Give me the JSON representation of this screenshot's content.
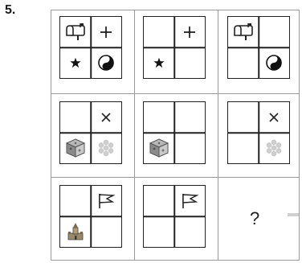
{
  "question_number": "5.",
  "answer_placeholder": "?",
  "symbols": {
    "mailbox": "mailbox-icon",
    "plus": "plus-icon",
    "star": "star-icon",
    "yin_yang": "yin-yang-icon",
    "cross": "cross-icon",
    "cube": "cube-icon",
    "snowflake": "snowflake-icon",
    "flag": "flag-icon",
    "castle": "castle-icon"
  },
  "grid": [
    [
      {
        "tl": "mailbox",
        "tr": "plus",
        "bl": "star",
        "br": "yin_yang"
      },
      {
        "tl": "",
        "tr": "plus",
        "bl": "star",
        "br": ""
      },
      {
        "tl": "mailbox",
        "tr": "",
        "bl": "",
        "br": "yin_yang"
      }
    ],
    [
      {
        "tl": "",
        "tr": "cross",
        "bl": "cube",
        "br": "snowflake"
      },
      {
        "tl": "",
        "tr": "",
        "bl": "cube",
        "br": ""
      },
      {
        "tl": "",
        "tr": "cross",
        "bl": "",
        "br": "snowflake"
      }
    ],
    [
      {
        "tl": "",
        "tr": "flag",
        "bl": "castle",
        "br": ""
      },
      {
        "tl": "",
        "tr": "flag",
        "bl": "",
        "br": ""
      },
      "missing"
    ]
  ]
}
